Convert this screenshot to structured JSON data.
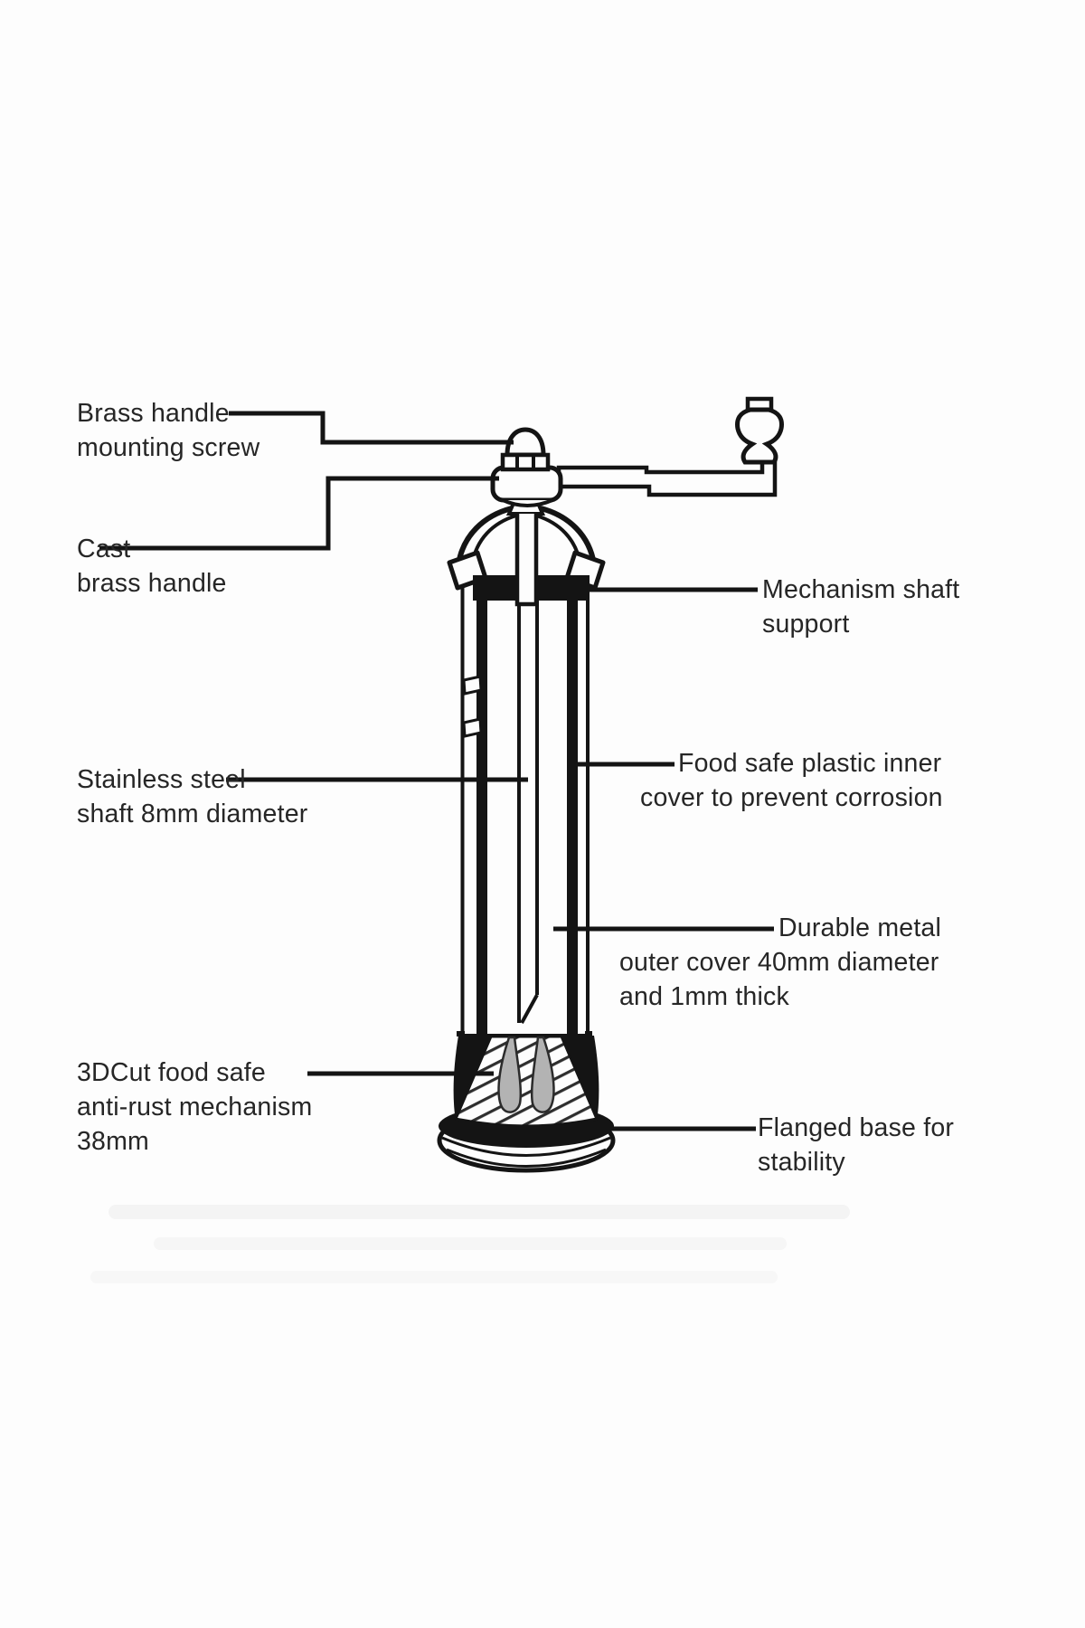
{
  "labels": {
    "brass_screw": {
      "line1": "Brass handle",
      "line2": "mounting screw"
    },
    "cast_handle": {
      "line1": "Cast",
      "line2": "brass handle"
    },
    "mech_support": {
      "line1": "Mechanism shaft",
      "line2": "support"
    },
    "stainless": {
      "line1": "Stainless steel",
      "line2": "shaft 8mm diameter"
    },
    "inner_cover": {
      "line1": "Food safe plastic inner",
      "line2": "cover to prevent corrosion"
    },
    "outer_cover": {
      "line1": "Durable metal",
      "line2": "outer cover 40mm diameter",
      "line3": "and 1mm thick"
    },
    "grind_mech": {
      "line1": "3DCut food safe",
      "line2": "anti-rust mechanism",
      "line3": "38mm"
    },
    "flanged_base": {
      "line1": "Flanged base for",
      "line2": "stability"
    }
  },
  "colors": {
    "background": "#fdfdfd",
    "line": "#141414",
    "text": "#262626",
    "grinder_gray": "#b3b3b3"
  }
}
